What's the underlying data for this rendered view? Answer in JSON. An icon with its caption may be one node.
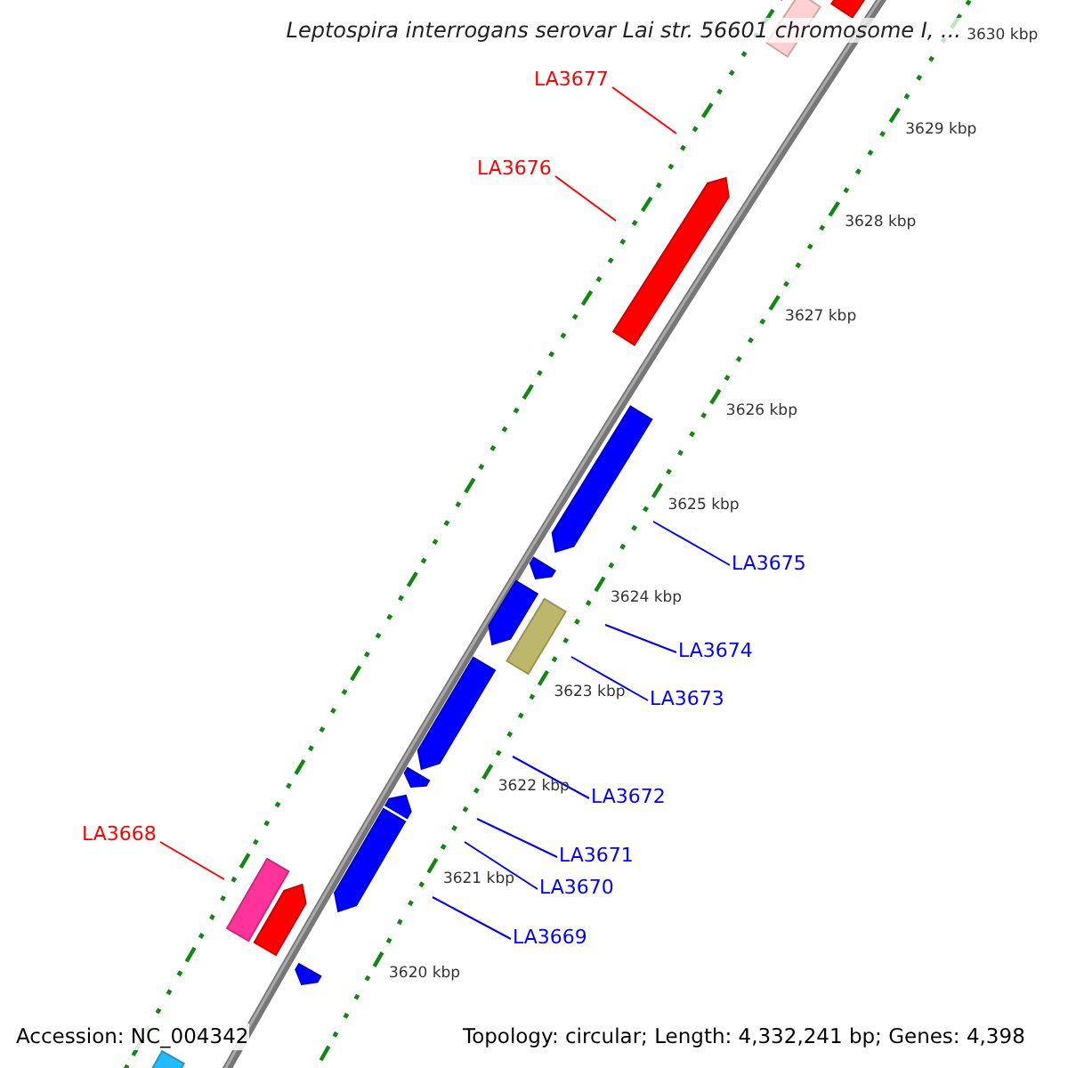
{
  "diagram": {
    "title": "Leptospira interrogans serovar Lai str. 56601 chromosome I, ...",
    "nodes": [
      {
        "text": [
          "LA3677"
        ]
      },
      {
        "text": [
          "LA3676"
        ]
      },
      {
        "text": [
          "LA3675"
        ]
      },
      {
        "text": [
          "LA3674"
        ]
      },
      {
        "text": [
          "LA3673"
        ]
      },
      {
        "text": [
          "LA3672"
        ]
      },
      {
        "text": [
          "LA3671"
        ]
      },
      {
        "text": [
          "LA3670"
        ]
      },
      {
        "text": [
          "LA3669"
        ]
      },
      {
        "text": [
          "LA3668"
        ]
      }
    ],
    "edges": [
      {
        "from": 0,
        "to": null,
        "arrow": "none",
        "color": "#ff0000"
      },
      {
        "from": 1,
        "to": null,
        "arrow": "none",
        "color": "#ff0000"
      },
      {
        "from": 2,
        "to": null,
        "arrow": "none"
      },
      {
        "from": 3,
        "to": null,
        "arrow": "none"
      },
      {
        "from": 4,
        "to": null,
        "arrow": "none"
      },
      {
        "from": 5,
        "to": null,
        "arrow": "none"
      },
      {
        "from": 6,
        "to": null,
        "arrow": "none"
      },
      {
        "from": 7,
        "to": null,
        "arrow": "none"
      },
      {
        "from": 8,
        "to": null,
        "arrow": "none"
      },
      {
        "from": 9,
        "to": null,
        "arrow": "none",
        "color": "#ff0000"
      }
    ],
    "labels": [
      "3630 kbp",
      "3629 kbp",
      "3628 kbp",
      "3627 kbp",
      "3626 kbp",
      "3625 kbp",
      "3624 kbp",
      "3623 kbp",
      "3622 kbp",
      "3621 kbp",
      "3620 kbp",
      "Accession: NC_004342",
      "Topology: circular; Length: 4,332,241 bp; Genes: 4,398"
    ]
  }
}
